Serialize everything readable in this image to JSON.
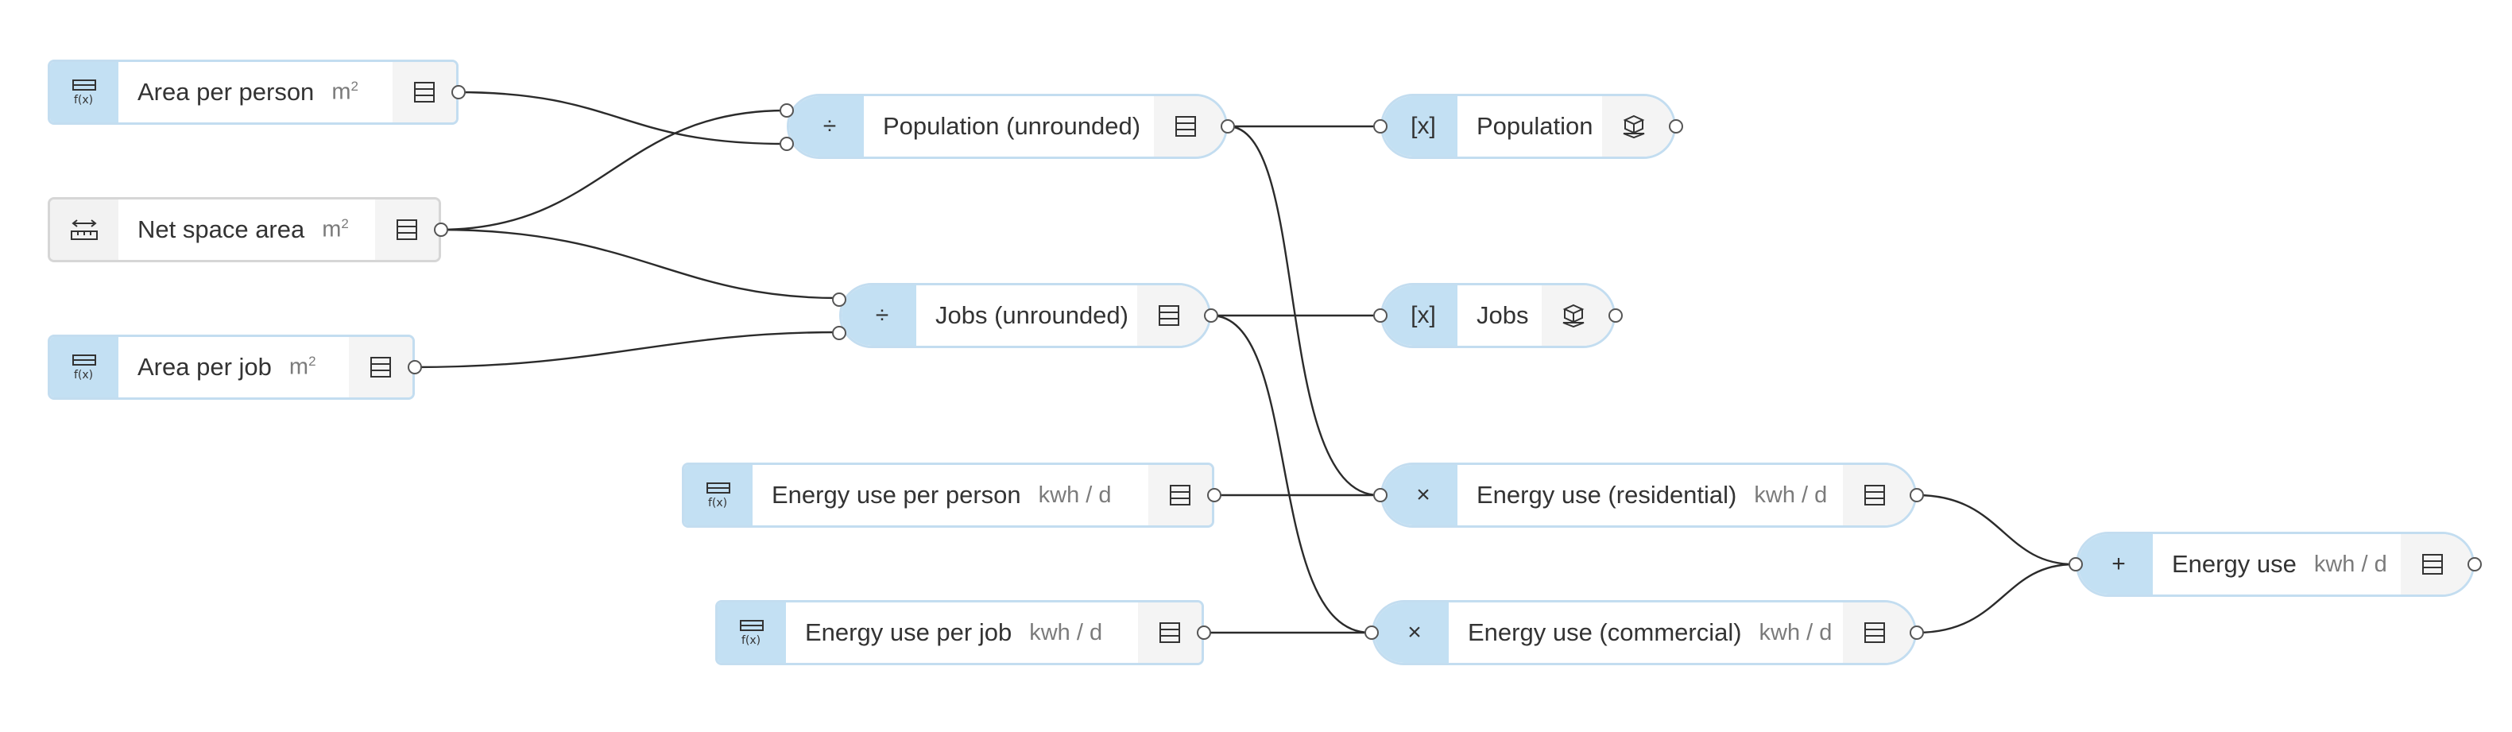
{
  "nodes": {
    "area_per_person": {
      "label": "Area per person",
      "unit": "m",
      "unit_sup": "2",
      "icon": "formula-icon",
      "action_icon": "table-icon"
    },
    "net_space_area": {
      "label": "Net space area",
      "unit": "m",
      "unit_sup": "2",
      "icon": "measure-icon",
      "action_icon": "table-icon"
    },
    "area_per_job": {
      "label": "Area per job",
      "unit": "m",
      "unit_sup": "2",
      "icon": "formula-icon",
      "action_icon": "table-icon"
    },
    "population_unrounded": {
      "label": "Population (unrounded)",
      "operator": "÷",
      "icon": "divide-icon",
      "action_icon": "table-icon"
    },
    "jobs_unrounded": {
      "label": "Jobs (unrounded)",
      "operator": "÷",
      "icon": "divide-icon",
      "action_icon": "table-icon"
    },
    "population": {
      "label": "Population",
      "operator": "[x]",
      "icon": "variable-icon",
      "action_icon": "3d-building-icon"
    },
    "jobs": {
      "label": "Jobs",
      "operator": "[x]",
      "icon": "variable-icon",
      "action_icon": "3d-building-icon"
    },
    "energy_per_person": {
      "label": "Energy use per person",
      "unit": "kwh / d",
      "icon": "formula-icon",
      "action_icon": "table-icon"
    },
    "energy_per_job": {
      "label": "Energy use per job",
      "unit": "kwh / d",
      "icon": "formula-icon",
      "action_icon": "table-icon"
    },
    "energy_residential": {
      "label": "Energy use (residential)",
      "unit": "kwh / d",
      "operator": "×",
      "icon": "multiply-icon",
      "action_icon": "table-icon"
    },
    "energy_commercial": {
      "label": "Energy use (commercial)",
      "unit": "kwh / d",
      "operator": "×",
      "icon": "multiply-icon",
      "action_icon": "table-icon"
    },
    "energy_use": {
      "label": "Energy use",
      "unit": "kwh / d",
      "operator": "+",
      "icon": "add-icon",
      "action_icon": "table-icon"
    }
  },
  "colors": {
    "node_accent": "#c3e0f3",
    "node_border": "#c3ddf0",
    "input_grey": "#f2f2f2",
    "wire": "#2b2b2b"
  }
}
